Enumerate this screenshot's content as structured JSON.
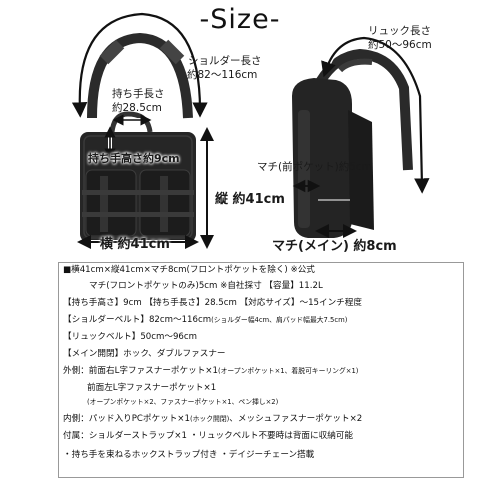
{
  "title": "-Size-",
  "labels": {
    "shoulder_length_label": "ショルダー長さ",
    "shoulder_length_value": "約82〜116cm",
    "handle_length_label": "持ち手長さ",
    "handle_length_value": "約28.5cm",
    "handle_height": "持ち手高さ約9cm",
    "height": "縦 約41cm",
    "width": "横 約41cm",
    "backpack_length_label": "リュック長さ",
    "backpack_length_value": "約50〜96cm",
    "depth_front": "マチ(前ポケット)約5cm",
    "depth_main": "マチ(メイン) 約8cm"
  },
  "spec": {
    "r1": "■横41cm×縦41cm×マチ8cm(フロントポケットを除く) ※公式",
    "r2": "マチ(フロントポケットのみ)5cm ※自社採寸 【容量】11.2L",
    "r3": "【持ち手高さ】9cm 【持ち手長さ】28.5cm 【対応サイズ】〜15インチ程度",
    "r4a": "【ショルダーベルト】82cm〜116cm",
    "r4b": "(ショルダー幅4cm、肩パッド幅最大7.5cm)",
    "r5": "【リュックベルト】50cm〜96cm",
    "r6": "【メイン開閉】ホック、ダブルファスナー",
    "r7a": "外側：前面右L字ファスナーポケット×1",
    "r7b": "(オープンポケット×1、着脱可キーリング×1)",
    "r8": "前面左L字ファスナーポケット×1",
    "r9": "(オープンポケット×2、ファスナーポケット×1、ペン挿し×2)",
    "r10a": "内側：パッド入りPCポケット×1",
    "r10b": "(ホック開閉)",
    "r10c": "、メッシュファスナーポケット×2",
    "r11": "付属：ショルダーストラップ×1 ・リュックベルト不要時は背面に収納可能",
    "r12": "・持ち手を束ねるホックストラップ付き ・デイジーチェーン搭載"
  }
}
